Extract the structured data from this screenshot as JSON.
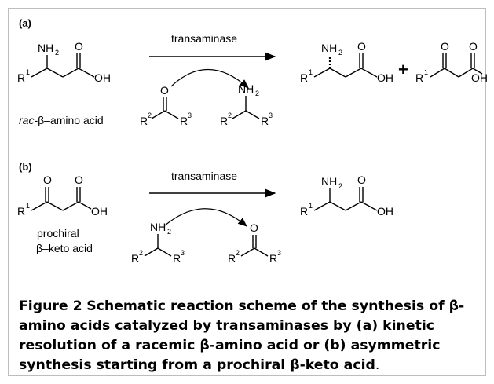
{
  "section_a": "(a)",
  "section_b": "(b)",
  "reagent_label_a": "transaminase",
  "reagent_label_b": "transaminase",
  "plus_sign": "+",
  "substrate_label_a_italic": "rac",
  "substrate_label_a_rest": "-β–amino acid",
  "substrate_label_b_line1": "prochiral",
  "substrate_label_b_line2": "β–keto acid",
  "atoms": {
    "nh2": "NH",
    "nh2_sub": "2",
    "o": "O",
    "oh": "OH",
    "r": "R",
    "sup1": "1",
    "sup2": "2",
    "sup3": "3"
  },
  "caption": {
    "label": "Figure 2",
    "text": "Schematic reaction scheme of the synthesis of β-amino acids catalyzed by transaminases by (a) kinetic resolution of a racemic β-amino acid or (b) asymmetric synthesis starting from a prochiral β-keto acid",
    "end": "."
  }
}
